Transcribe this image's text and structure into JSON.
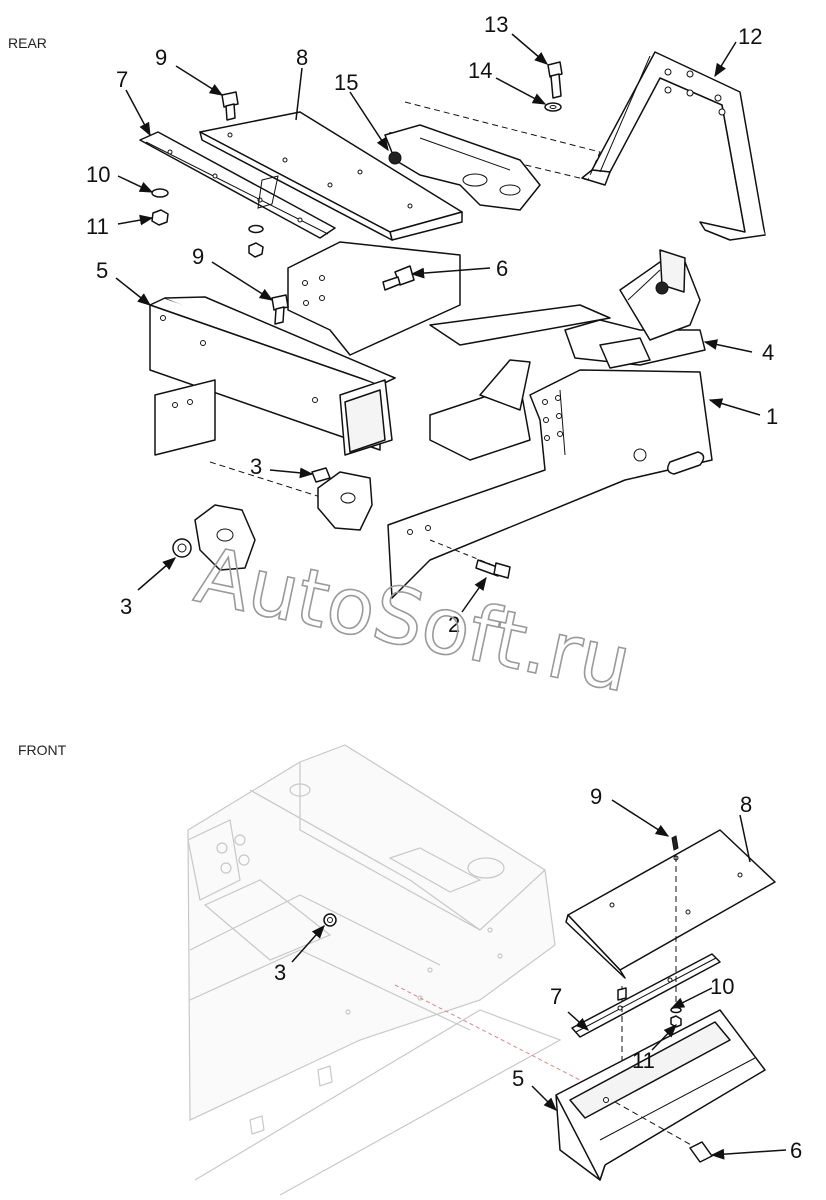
{
  "sections": {
    "rear": "REAR",
    "front": "FRONT"
  },
  "watermark": "AutoSoft.ru",
  "rear_callouts": {
    "c1": "1",
    "c2": "2",
    "c3a": "3",
    "c3b": "3",
    "c4": "4",
    "c5": "5",
    "c6": "6",
    "c7": "7",
    "c8": "8",
    "c9a": "9",
    "c9b": "9",
    "c10": "10",
    "c11": "11",
    "c12": "12",
    "c13": "13",
    "c14": "14",
    "c15": "15"
  },
  "front_callouts": {
    "c3": "3",
    "c5": "5",
    "c6": "6",
    "c7": "7",
    "c8": "8",
    "c9": "9",
    "c10": "10",
    "c11": "11"
  }
}
